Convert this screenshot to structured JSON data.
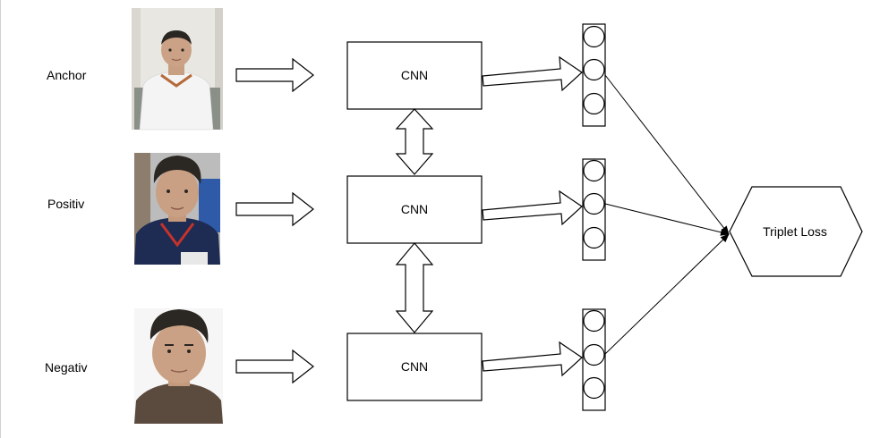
{
  "rows": [
    {
      "id": "anchor",
      "label": "Anchor",
      "model": "CNN",
      "photo": "child-white-shirt-photo"
    },
    {
      "id": "positive",
      "label": "Positiv",
      "model": "CNN",
      "photo": "child-dark-shirt-photo"
    },
    {
      "id": "negative",
      "label": "Negativ",
      "model": "CNN",
      "photo": "adult-man-photo"
    }
  ],
  "loss": {
    "label": "Triplet Loss"
  },
  "colors": {
    "stroke": "#000000",
    "fill": "#ffffff",
    "photo_bg_light": "#e8e6e0",
    "photo_bg_gray": "#cfcfcf",
    "skin": "#c9a084",
    "hair": "#2b2723",
    "shirt_white": "#f4f4f4",
    "shirt_navy": "#1e2b52",
    "sweater": "#5b4a3e"
  }
}
